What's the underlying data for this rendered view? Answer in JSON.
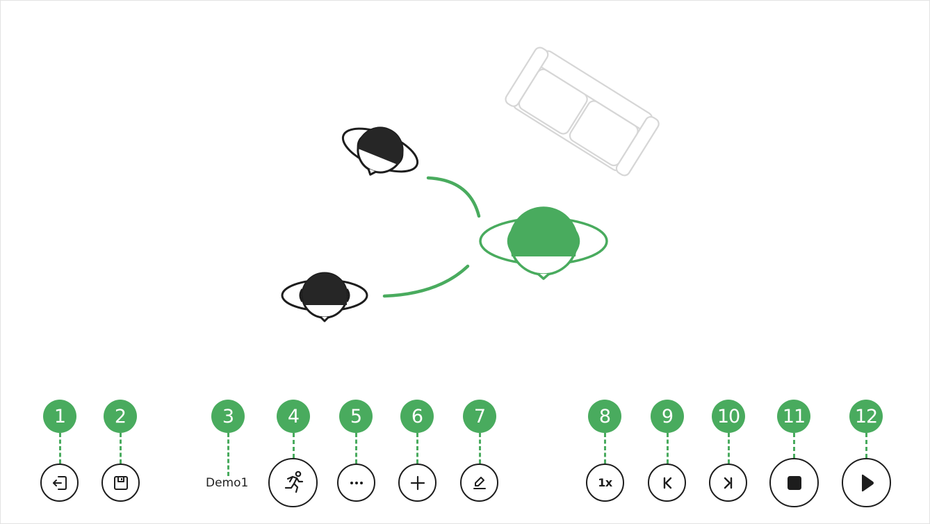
{
  "scene": {
    "name": "Demo1"
  },
  "callouts": [
    "1",
    "2",
    "3",
    "4",
    "5",
    "6",
    "7",
    "8",
    "9",
    "10",
    "11",
    "12"
  ],
  "toolbar": {
    "exit_icon": "exit-icon",
    "save_icon": "floppy-disk-icon",
    "animate_icon": "running-person-icon",
    "more_icon": "more-dots-icon",
    "add_icon": "plus-icon",
    "edit_icon": "pencil-icon",
    "speed_label": "1x",
    "first_icon": "skip-to-start-icon",
    "last_icon": "skip-to-end-icon",
    "stop_icon": "stop-icon",
    "play_icon": "play-icon"
  },
  "colors": {
    "accent": "#49ab5e",
    "ink": "#1d1d1d",
    "furniture": "#d6d6d6"
  }
}
